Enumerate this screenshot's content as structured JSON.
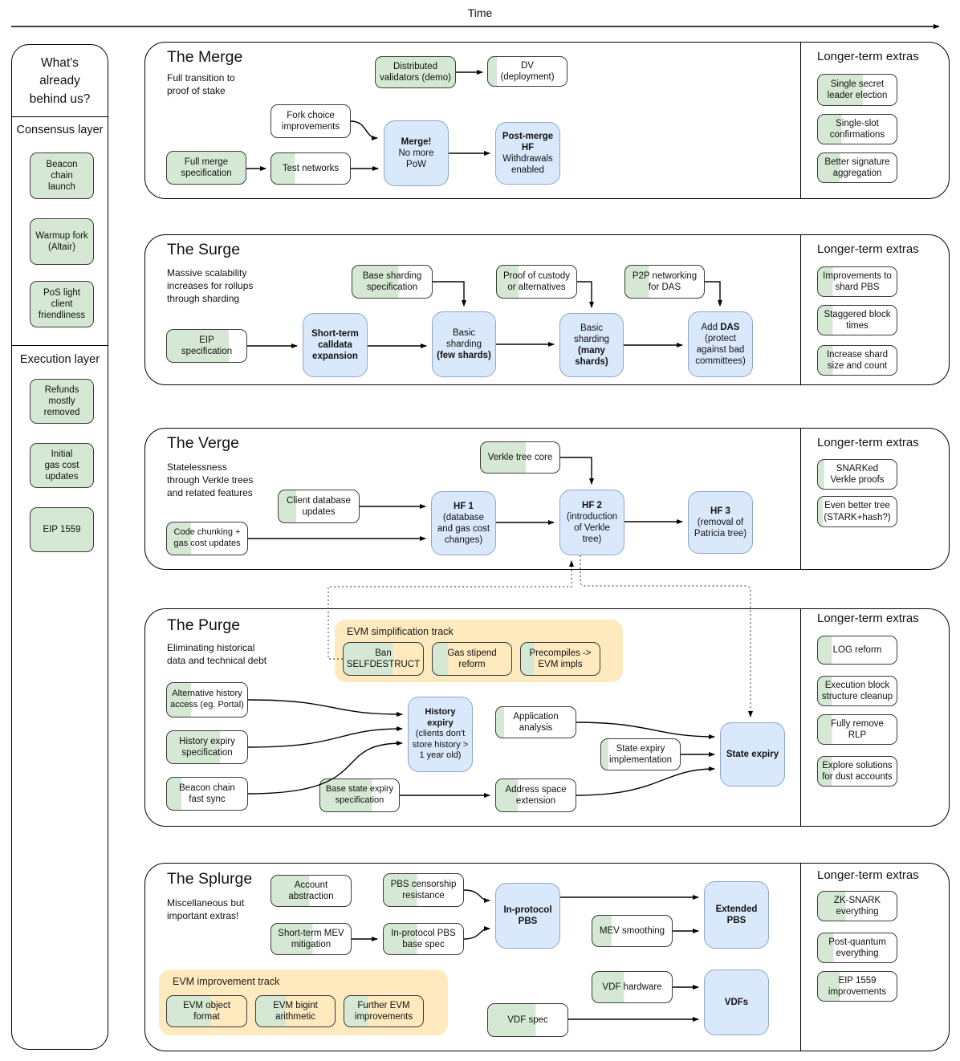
{
  "timeline": {
    "label": "Time"
  },
  "extras_title": "Longer-term extras",
  "colors": {
    "done_green": "#d5e8d4",
    "milestone_blue": "#dae8fc",
    "track_yellow": "#ffe9bf"
  },
  "sidebar": {
    "title": "What's\nalready\nbehind us?",
    "consensus_header": "Consensus layer",
    "consensus_items": [
      "Beacon\nchain\nlaunch",
      "Warmup fork\n(Altair)",
      "PoS light\nclient\nfriendliness"
    ],
    "execution_header": "Execution layer",
    "execution_items": [
      "Refunds\nmostly\nremoved",
      "Initial\ngas cost\nupdates",
      "EIP 1559"
    ]
  },
  "sections": {
    "merge": {
      "title": "The Merge",
      "subtitle": "Full transition to\nproof of stake",
      "nodes": {
        "distributed_validators": "Distributed\nvalidators (demo)",
        "dv_deployment": "DV\n(deployment)",
        "fork_choice": "Fork choice\nimprovements",
        "full_merge_spec": "Full merge\nspecification",
        "test_networks": "Test networks",
        "merge_title": "Merge!",
        "merge_sub": "No more\nPoW",
        "post_merge_title": "Post-merge\nHF",
        "post_merge_sub": "Withdrawals\nenabled"
      },
      "extras": [
        "Single secret\nleader election",
        "Single-slot\nconfirmations",
        "Better signature\naggregation"
      ]
    },
    "surge": {
      "title": "The Surge",
      "subtitle": "Massive scalability\nincreases for rollups\nthrough sharding",
      "nodes": {
        "eip_spec": "EIP\nspecification",
        "short_calldata": "Short-term\ncalldata\nexpansion",
        "base_sharding_spec": "Base sharding\nspecification",
        "basic_few_title": "Basic\nsharding",
        "basic_few_bold": "(few shards)",
        "proof_custody": "Proof of custody\nor alternatives",
        "basic_many_title": "Basic\nsharding",
        "basic_many_bold": "(many\nshards)",
        "p2p_das": "P2P networking\nfor DAS",
        "add_das_pre": "Add ",
        "add_das_bold": "DAS",
        "add_das_sub": "(protect\nagainst bad\ncommittees)"
      },
      "extras": [
        "Improvements to\nshard PBS",
        "Staggered block\ntimes",
        "Increase shard\nsize and count"
      ]
    },
    "verge": {
      "title": "The Verge",
      "subtitle": "Statelessness\nthrough Verkle trees\nand related features",
      "nodes": {
        "verkle_core": "Verkle tree core",
        "client_db": "Client database\nupdates",
        "code_chunking": "Code chunking +\ngas cost updates",
        "hf1_title": "HF 1",
        "hf1_sub": "(database\nand gas cost\nchanges)",
        "hf2_title": "HF 2",
        "hf2_sub": "(introduction\nof Verkle\ntree)",
        "hf3_title": "HF 3",
        "hf3_sub": "(removal of\nPatricia tree)"
      },
      "extras": [
        "SNARKed\nVerkle proofs",
        "Even better tree\n(STARK+hash?)"
      ]
    },
    "purge": {
      "title": "The Purge",
      "subtitle": "Eliminating historical\ndata and technical debt",
      "track_label": "EVM simplification track",
      "nodes": {
        "ban_selfdestruct": "Ban\nSELFDESTRUCT",
        "gas_stipend": "Gas stipend\nreform",
        "precompiles": "Precompiles ->\nEVM impls",
        "alt_history": "Alternative history\naccess (eg. Portal)",
        "history_expiry_spec": "History expiry\nspecification",
        "beacon_fast_sync": "Beacon chain\nfast sync",
        "history_expiry_title": "History\nexpiry",
        "history_expiry_sub": "(clients don't\nstore history >\n1 year old)",
        "app_analysis": "Application\nanalysis",
        "state_expiry_impl": "State expiry\nimplementation",
        "base_state_expiry": "Base state expiry\nspecification",
        "address_space": "Address space\nextension",
        "state_expiry": "State expiry"
      },
      "extras": [
        "LOG reform",
        "Execution block\nstructure cleanup",
        "Fully remove\nRLP",
        "Explore solutions\nfor dust accounts"
      ]
    },
    "splurge": {
      "title": "The Splurge",
      "subtitle": "Miscellaneous but\nimportant extras!",
      "track_label": "EVM improvement track",
      "nodes": {
        "account_abstraction": "Account\nabstraction",
        "pbs_censorship": "PBS censorship\nresistance",
        "short_mev": "Short-term MEV\nmitigation",
        "inprotocol_base": "In-protocol PBS\nbase spec",
        "inprotocol_pbs": "In-protocol\nPBS",
        "mev_smoothing": "MEV smoothing",
        "extended_pbs": "Extended\nPBS",
        "evm_object": "EVM object\nformat",
        "evm_bigint": "EVM bigint\narithmetic",
        "further_evm": "Further EVM\nimprovements",
        "vdf_hardware": "VDF hardware",
        "vdf_spec": "VDF spec",
        "vdfs": "VDFs"
      },
      "extras": [
        "ZK-SNARK\neverything",
        "Post-quantum\neverything",
        "EIP 1559\nimprovements"
      ]
    }
  }
}
